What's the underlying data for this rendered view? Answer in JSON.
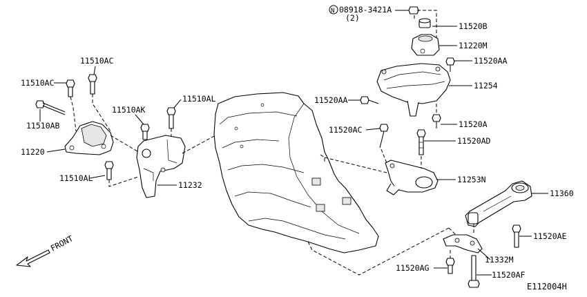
{
  "diagram": {
    "code": "E112004H",
    "front_label": "FRONT",
    "circled_prefix": "N",
    "callouts": {
      "p08918": "08918-3421A",
      "p08918_qty": "(2)",
      "p11520B": "11520B",
      "p11220M": "11220M",
      "p11520AA_r": "11520AA",
      "p11254": "11254",
      "p11520AA_l": "11520AA",
      "p11520A": "11520A",
      "p11520AC_r": "11520AC",
      "p11520AD": "11520AD",
      "p11253N": "11253N",
      "p11360": "11360",
      "p11520AE": "11520AE",
      "p11332M": "11332M",
      "p11520AG": "11520AG",
      "p11520AF": "11520AF",
      "p11510AC_top": "11510AC",
      "p11510AC_left": "11510AC",
      "p11510AK": "11510AK",
      "p11510AL_r": "11510AL",
      "p11510AB": "11510AB",
      "p11220": "11220",
      "p11510AL_b": "11510AL",
      "p11232": "11232"
    }
  }
}
